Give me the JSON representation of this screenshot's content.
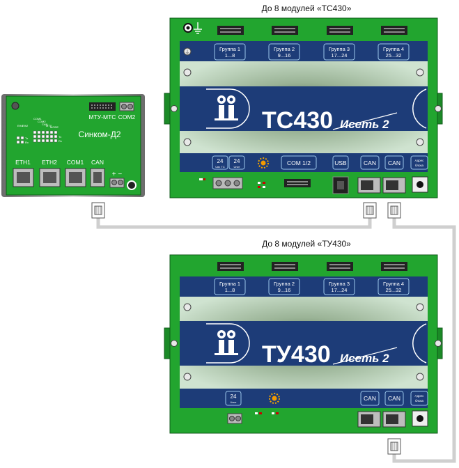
{
  "captions": {
    "top": "До 8 модулей «ТС430»",
    "bottom": "До 8 модулей «ТУ430»"
  },
  "sincom": {
    "name": "Синком-Д2",
    "top_labels": [
      "МТУ-МТС",
      "COM2"
    ],
    "port_labels": [
      "ETH1",
      "ETH2",
      "COM1",
      "CAN"
    ],
    "led_labels": [
      "Eth1",
      "Eth2",
      "Тх",
      "Rx",
      "COM1",
      "COM2",
      "CAN",
      "МТУ",
      "MODE",
      "Тх",
      "Rx"
    ],
    "power_marks": "+ −"
  },
  "ts430": {
    "model": "ТС430",
    "brand": "Исеть 2",
    "groups": [
      {
        "name": "Группа 1",
        "range": "1...8"
      },
      {
        "name": "Группа 2",
        "range": "9...16"
      },
      {
        "name": "Группа 3",
        "range": "17...24"
      },
      {
        "name": "Группа 4",
        "range": "25...32"
      }
    ],
    "bottom_labels": {
      "power_v": "24",
      "power_sub1": "Uвх ТС",
      "power_v2": "24",
      "power_sub2": "Uпит",
      "com": "COM 1/2",
      "usb": "USB",
      "can1": "CAN",
      "can2": "CAN",
      "addr1": "Адрес",
      "addr2": "блока"
    }
  },
  "tu430": {
    "model": "ТУ430",
    "brand": "Исеть 2",
    "groups": [
      {
        "name": "Группа 1",
        "range": "1...8"
      },
      {
        "name": "Группа 2",
        "range": "9...16"
      },
      {
        "name": "Группа 3",
        "range": "17...24"
      },
      {
        "name": "Группа 4",
        "range": "25...32"
      }
    ],
    "bottom_labels": {
      "power_v": "24",
      "power_sub": "Uпит",
      "can1": "CAN",
      "can2": "CAN",
      "addr1": "Адрес",
      "addr2": "блока"
    }
  },
  "colors": {
    "pcb_green": "#22a52f",
    "panel_blue": "#1d3c78",
    "label_sky": "#9bc6ea",
    "cable_gray": "#cfcfcf"
  }
}
